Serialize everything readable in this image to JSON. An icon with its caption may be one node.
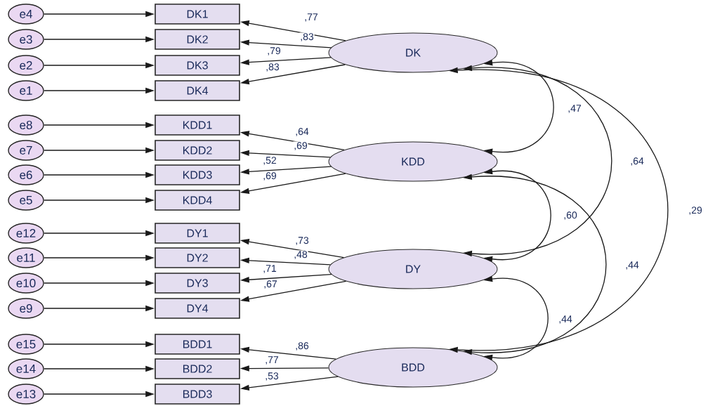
{
  "diagram": {
    "nodes": [
      {
        "text": [
          "e4"
        ]
      },
      {
        "text": [
          "e3"
        ]
      },
      {
        "text": [
          "e2"
        ]
      },
      {
        "text": [
          "e1"
        ]
      },
      {
        "text": [
          "e8"
        ]
      },
      {
        "text": [
          "e7"
        ]
      },
      {
        "text": [
          "e6"
        ]
      },
      {
        "text": [
          "e5"
        ]
      },
      {
        "text": [
          "e12"
        ]
      },
      {
        "text": [
          "e11"
        ]
      },
      {
        "text": [
          "e10"
        ]
      },
      {
        "text": [
          "e9"
        ]
      },
      {
        "text": [
          "e15"
        ]
      },
      {
        "text": [
          "e14"
        ]
      },
      {
        "text": [
          "e13"
        ]
      },
      {
        "text": [
          "DK1"
        ]
      },
      {
        "text": [
          "DK2"
        ]
      },
      {
        "text": [
          "DK3"
        ]
      },
      {
        "text": [
          "DK4"
        ]
      },
      {
        "text": [
          "KDD1"
        ]
      },
      {
        "text": [
          "KDD2"
        ]
      },
      {
        "text": [
          "KDD3"
        ]
      },
      {
        "text": [
          "KDD4"
        ]
      },
      {
        "text": [
          "DY1"
        ]
      },
      {
        "text": [
          "DY2"
        ]
      },
      {
        "text": [
          "DY3"
        ]
      },
      {
        "text": [
          "DY4"
        ]
      },
      {
        "text": [
          "BDD1"
        ]
      },
      {
        "text": [
          "BDD2"
        ]
      },
      {
        "text": [
          "BDD3"
        ]
      },
      {
        "text": [
          "DK"
        ]
      },
      {
        "text": [
          "KDD"
        ]
      },
      {
        "text": [
          "DY"
        ]
      },
      {
        "text": [
          "BDD"
        ]
      }
    ],
    "edges": [
      {
        "from": 0,
        "to": 15,
        "arrow": "to"
      },
      {
        "from": 1,
        "to": 16,
        "arrow": "to"
      },
      {
        "from": 2,
        "to": 17,
        "arrow": "to"
      },
      {
        "from": 3,
        "to": 18,
        "arrow": "to"
      },
      {
        "from": 4,
        "to": 19,
        "arrow": "to"
      },
      {
        "from": 5,
        "to": 20,
        "arrow": "to"
      },
      {
        "from": 6,
        "to": 21,
        "arrow": "to"
      },
      {
        "from": 7,
        "to": 22,
        "arrow": "to"
      },
      {
        "from": 8,
        "to": 23,
        "arrow": "to"
      },
      {
        "from": 9,
        "to": 24,
        "arrow": "to"
      },
      {
        "from": 10,
        "to": 25,
        "arrow": "to"
      },
      {
        "from": 11,
        "to": 26,
        "arrow": "to"
      },
      {
        "from": 12,
        "to": 27,
        "arrow": "to"
      },
      {
        "from": 13,
        "to": 28,
        "arrow": "to"
      },
      {
        "from": 14,
        "to": 29,
        "arrow": "to"
      },
      {
        "from": 30,
        "to": 15,
        "arrow": "to",
        "label": ",77"
      },
      {
        "from": 30,
        "to": 16,
        "arrow": "to",
        "label": ",83"
      },
      {
        "from": 30,
        "to": 17,
        "arrow": "to",
        "label": ",79"
      },
      {
        "from": 30,
        "to": 18,
        "arrow": "to",
        "label": ",83"
      },
      {
        "from": 31,
        "to": 19,
        "arrow": "to",
        "label": ",64"
      },
      {
        "from": 31,
        "to": 20,
        "arrow": "to",
        "label": ",69"
      },
      {
        "from": 31,
        "to": 21,
        "arrow": "to",
        "label": ",52"
      },
      {
        "from": 31,
        "to": 22,
        "arrow": "to",
        "label": ",69"
      },
      {
        "from": 32,
        "to": 23,
        "arrow": "to",
        "label": ",73"
      },
      {
        "from": 32,
        "to": 24,
        "arrow": "to",
        "label": ",48"
      },
      {
        "from": 32,
        "to": 25,
        "arrow": "to",
        "label": ",71"
      },
      {
        "from": 32,
        "to": 26,
        "arrow": "to",
        "label": ",67"
      },
      {
        "from": 33,
        "to": 27,
        "arrow": "to",
        "label": ",86"
      },
      {
        "from": 33,
        "to": 28,
        "arrow": "to",
        "label": ",77"
      },
      {
        "from": 33,
        "to": 29,
        "arrow": "to",
        "label": ",53"
      },
      {
        "from": 30,
        "to": 31,
        "arrow": "both",
        "label": ",47"
      },
      {
        "from": 30,
        "to": 32,
        "arrow": "both",
        "label": ",64"
      },
      {
        "from": 30,
        "to": 33,
        "arrow": "both",
        "label": ",29"
      },
      {
        "from": 31,
        "to": 32,
        "arrow": "both",
        "label": ",60"
      },
      {
        "from": 31,
        "to": 33,
        "arrow": "both",
        "label": ",44"
      },
      {
        "from": 32,
        "to": 33,
        "arrow": "both",
        "label": ",44"
      }
    ]
  }
}
